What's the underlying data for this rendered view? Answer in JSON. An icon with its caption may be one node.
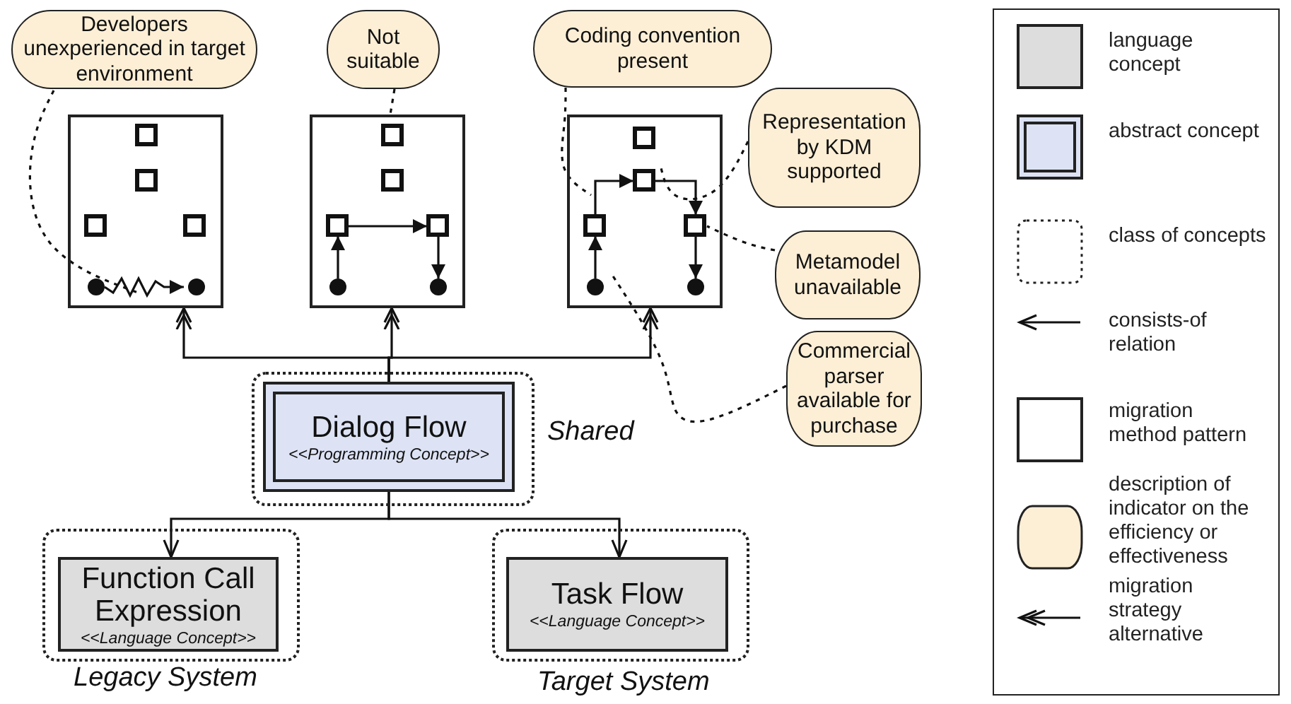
{
  "diagram": {
    "nodes": [
      {
        "text": [
          "Shared"
        ]
      },
      {
        "text": [
          "Dialog Flow",
          "<<Programming Concept>>"
        ],
        "in": 0
      },
      {
        "text": [
          "Legacy System"
        ]
      },
      {
        "text": [
          "Function Call Expression",
          "<<Language Concept>>"
        ],
        "in": 2
      },
      {
        "text": [
          "Target System"
        ]
      },
      {
        "text": [
          "Task Flow",
          "<<Language Concept>>"
        ],
        "in": 4
      },
      {
        "text": [],
        "shape": "box"
      },
      {
        "text": [],
        "shape": "box"
      },
      {
        "text": [],
        "shape": "box"
      },
      {
        "text": [
          "Developers unexperienced in target environment"
        ]
      },
      {
        "text": [
          "Not suitable"
        ]
      },
      {
        "text": [
          "Coding convention present"
        ]
      },
      {
        "text": [
          "Representation by KDM supported"
        ]
      },
      {
        "text": [
          "Metamodel unavailable"
        ]
      },
      {
        "text": [
          "Commercial parser available for purchase"
        ]
      }
    ],
    "edges": [
      {
        "from": 1,
        "to": 6,
        "arrow": "to"
      },
      {
        "from": 1,
        "to": 7,
        "arrow": "to"
      },
      {
        "from": 1,
        "to": 8,
        "arrow": "to"
      },
      {
        "from": 1,
        "to": 3,
        "arrow": "to"
      },
      {
        "from": 1,
        "to": 5,
        "arrow": "to"
      },
      {
        "from": 9,
        "to": 6,
        "arrow": "none",
        "style": "dashed"
      },
      {
        "from": 10,
        "to": 7,
        "arrow": "none",
        "style": "dashed"
      },
      {
        "from": 11,
        "to": 8,
        "arrow": "none",
        "style": "dashed"
      },
      {
        "from": 12,
        "to": 8,
        "arrow": "none",
        "style": "dashed"
      },
      {
        "from": 13,
        "to": 8,
        "arrow": "none",
        "style": "dashed"
      },
      {
        "from": 14,
        "to": 8,
        "arrow": "none",
        "style": "dashed"
      }
    ],
    "legend": [
      {
        "text": "language concept",
        "color": "#dddddd"
      },
      {
        "text": "abstract concept",
        "color": "#dde3f5"
      },
      {
        "text": "class of concepts"
      },
      {
        "text": "consists-of relation"
      },
      {
        "text": "migration method pattern"
      },
      {
        "text": "description of indicator on the efficiency or effectiveness",
        "color": "#fdefd6"
      },
      {
        "text": "migration strategy alternative"
      }
    ]
  }
}
